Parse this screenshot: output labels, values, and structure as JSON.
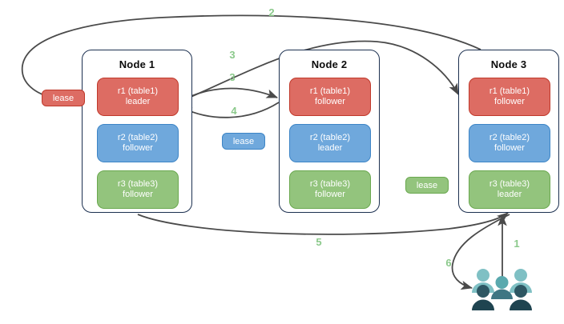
{
  "diagram": {
    "title_present": false,
    "colors": {
      "red": "#dd6c63",
      "red_border": "#c0392b",
      "blue": "#6fa8dc",
      "blue_border": "#3d85c6",
      "green": "#93c47d",
      "green_border": "#6aa84f",
      "node_border": "#1c3050",
      "arrow": "#4a4a4a",
      "step_label": "#8bc98b",
      "users_light": "#7fc0c4",
      "users_dark": "#2e5763"
    }
  },
  "nodes": [
    {
      "title": "Node 1",
      "replicas": [
        {
          "name": "r1 (table1)",
          "role": "leader",
          "color": "red"
        },
        {
          "name": "r2 (table2)",
          "role": "follower",
          "color": "blue"
        },
        {
          "name": "r3 (table3)",
          "role": "follower",
          "color": "green"
        }
      ]
    },
    {
      "title": "Node 2",
      "replicas": [
        {
          "name": "r1 (table1)",
          "role": "follower",
          "color": "red"
        },
        {
          "name": "r2 (table2)",
          "role": "leader",
          "color": "blue"
        },
        {
          "name": "r3 (table3)",
          "role": "follower",
          "color": "green"
        }
      ]
    },
    {
      "title": "Node 3",
      "replicas": [
        {
          "name": "r1 (table1)",
          "role": "follower",
          "color": "red"
        },
        {
          "name": "r2 (table2)",
          "role": "follower",
          "color": "blue"
        },
        {
          "name": "r3 (table3)",
          "role": "leader",
          "color": "green"
        }
      ]
    }
  ],
  "leases": [
    {
      "label": "lease",
      "color": "red"
    },
    {
      "label": "lease",
      "color": "blue"
    },
    {
      "label": "lease",
      "color": "green"
    }
  ],
  "steps": [
    {
      "label": "1",
      "desc": "client-to-node3"
    },
    {
      "label": "2",
      "desc": "node3-to-lease"
    },
    {
      "label": "3",
      "desc": "node1-to-node3-r1"
    },
    {
      "label": "3",
      "desc": "node1-to-node2-r1"
    },
    {
      "label": "4",
      "desc": "node2-r1-to-node1-r1"
    },
    {
      "label": "5",
      "desc": "node1-to-node3"
    },
    {
      "label": "6",
      "desc": "node3-to-client"
    }
  ],
  "icons": {
    "users": "users-icon"
  }
}
